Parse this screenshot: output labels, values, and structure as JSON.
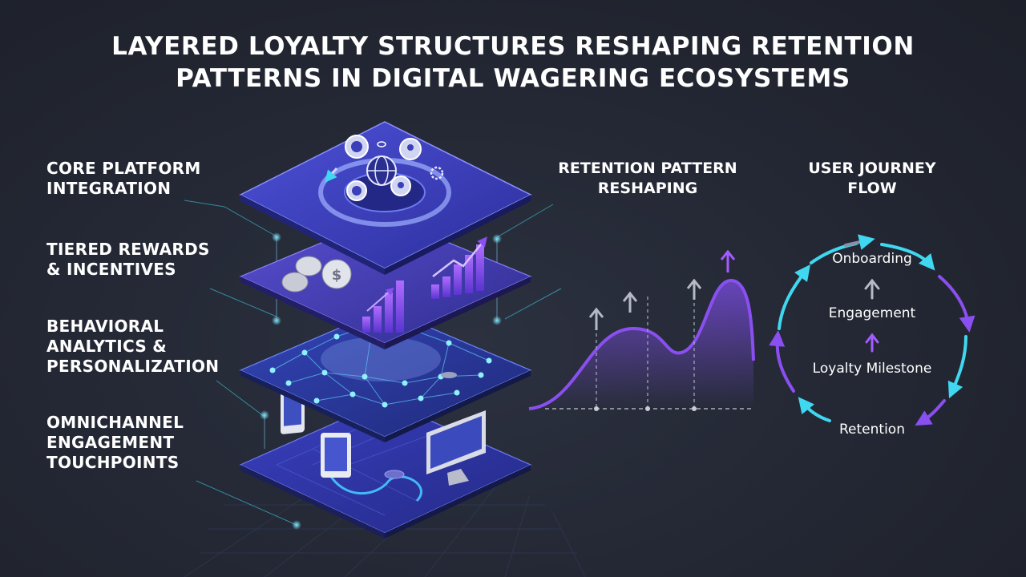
{
  "title": {
    "line1": "LAYERED LOYALTY STRUCTURES RESHAPING RETENTION",
    "line2": "PATTERNS IN DIGITAL WAGERING ECOSYSTEMS"
  },
  "layers": [
    {
      "line1": "CORE PLATFORM",
      "line2": "INTEGRATION"
    },
    {
      "line1": "TIERED REWARDS",
      "line2": "& INCENTIVES"
    },
    {
      "line1": "BEHAVIORAL",
      "line2": "ANALYTICS &",
      "line3": "PERSONALIZATION"
    },
    {
      "line1": "OMNICHANNEL",
      "line2": "ENGAGEMENT",
      "line3": "TOUCHPOINTS"
    }
  ],
  "retention": {
    "line1": "RETENTION PATTERN",
    "line2": "RESHAPING"
  },
  "journey": {
    "title_line1": "USER JOURNEY",
    "title_line2": "FLOW",
    "steps": [
      "Onboarding",
      "Engagement",
      "Loyalty Milestone",
      "Retention"
    ]
  },
  "colors": {
    "background": "#23272f",
    "platform_blue": "#3b3fb8",
    "accent_cyan": "#3fd8f0",
    "accent_purple": "#8a4ff0"
  }
}
